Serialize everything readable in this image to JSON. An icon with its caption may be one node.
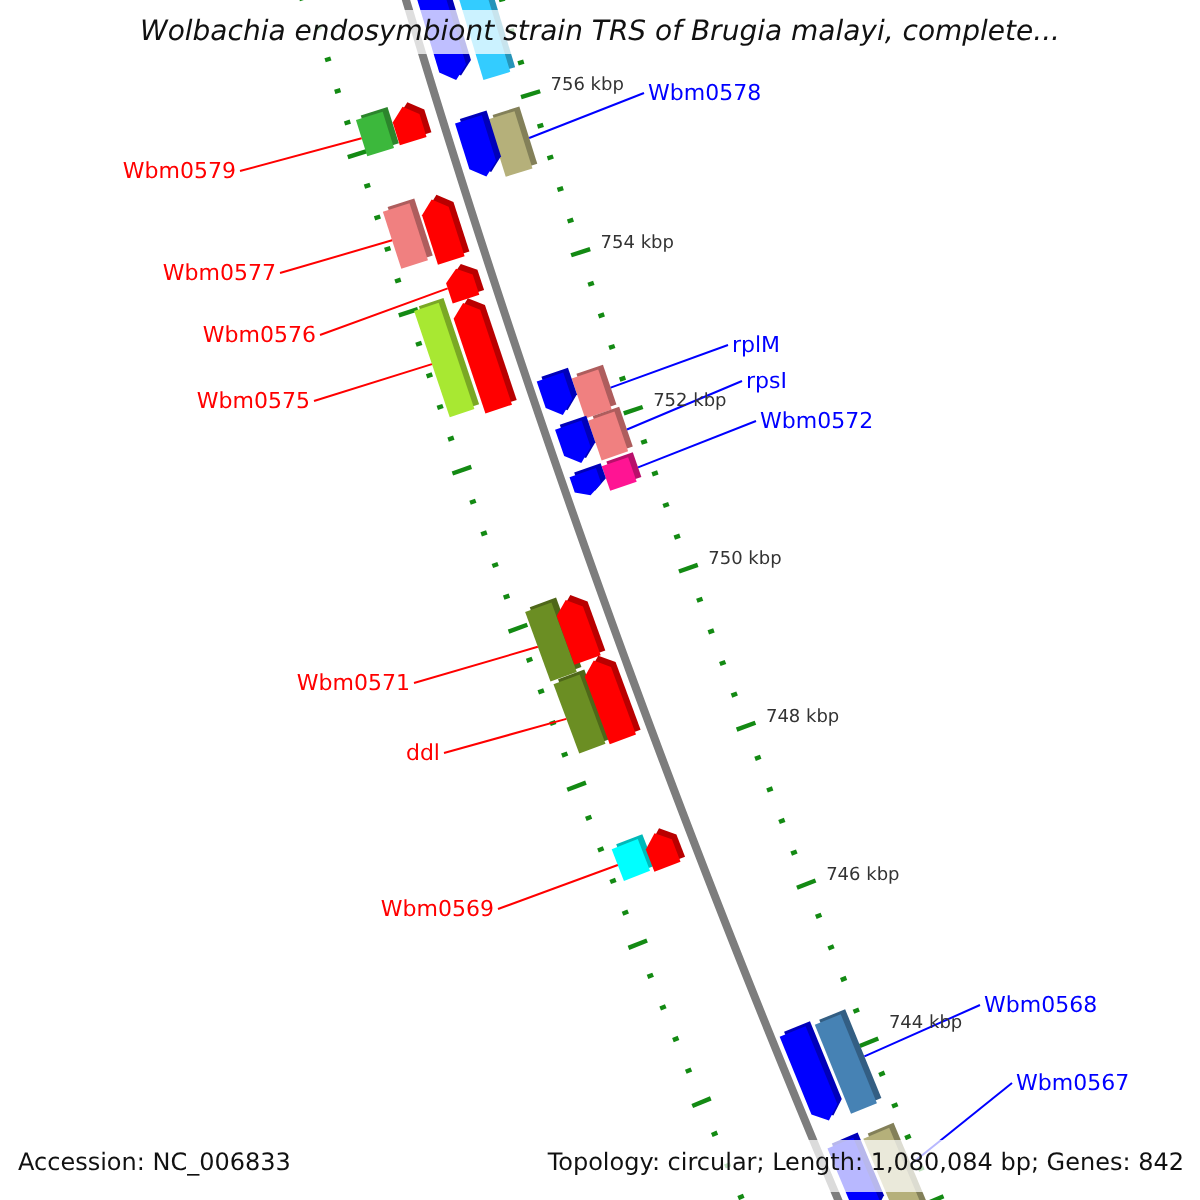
{
  "diagram": {
    "title": "Wolbachia endosymbiont strain TRS of Brugia malayi, complete...",
    "nodes": [
      {
        "text": [
          "Wbm0579"
        ]
      },
      {
        "text": [],
        "shape": "box"
      },
      {
        "text": [
          "Wbm0578"
        ]
      },
      {
        "text": [],
        "shape": "box"
      },
      {
        "text": [
          "Wbm0577"
        ]
      },
      {
        "text": [],
        "shape": "box"
      },
      {
        "text": [
          "Wbm0576"
        ]
      },
      {
        "text": [],
        "shape": "arrow"
      },
      {
        "text": [
          "Wbm0575"
        ]
      },
      {
        "text": [],
        "shape": "box"
      },
      {
        "text": [
          "rplM"
        ]
      },
      {
        "text": [],
        "shape": "box"
      },
      {
        "text": [
          "rpsI"
        ]
      },
      {
        "text": [],
        "shape": "box"
      },
      {
        "text": [
          "Wbm0572"
        ]
      },
      {
        "text": [],
        "shape": "box"
      },
      {
        "text": [
          "Wbm0571"
        ]
      },
      {
        "text": [],
        "shape": "box"
      },
      {
        "text": [
          "ddl"
        ]
      },
      {
        "text": [],
        "shape": "box"
      },
      {
        "text": [
          "Wbm0569"
        ]
      },
      {
        "text": [],
        "shape": "box"
      },
      {
        "text": [
          "Wbm0568"
        ]
      },
      {
        "text": [],
        "shape": "box"
      },
      {
        "text": [
          "Wbm0567"
        ]
      },
      {
        "text": [],
        "shape": "box"
      },
      {
        "text": [],
        "shape": "box"
      },
      {
        "text": [],
        "shape": "arrow"
      },
      {
        "text": [],
        "shape": "arrow"
      },
      {
        "text": [],
        "shape": "arrow"
      },
      {
        "text": [],
        "shape": "arrow"
      },
      {
        "text": [],
        "shape": "arrow"
      },
      {
        "text": [],
        "shape": "arrow"
      },
      {
        "text": [],
        "shape": "arrow"
      },
      {
        "text": [],
        "shape": "arrow"
      },
      {
        "text": [],
        "shape": "arrow"
      },
      {
        "text": [],
        "shape": "arrow"
      },
      {
        "text": [],
        "shape": "arrow"
      },
      {
        "text": [],
        "shape": "arrow"
      },
      {
        "text": [],
        "shape": "arrow"
      }
    ],
    "edges": [
      {
        "from": 0,
        "to": 1,
        "arrow": "none"
      },
      {
        "from": 2,
        "to": 3,
        "arrow": "none",
        "color": "#0000ff"
      },
      {
        "from": 4,
        "to": 5,
        "arrow": "none"
      },
      {
        "from": 6,
        "to": 7,
        "arrow": "none"
      },
      {
        "from": 8,
        "to": 9,
        "arrow": "none"
      },
      {
        "from": 10,
        "to": 11,
        "arrow": "none",
        "color": "#0000ff"
      },
      {
        "from": 12,
        "to": 13,
        "arrow": "none",
        "color": "#0000ff"
      },
      {
        "from": 14,
        "to": 15,
        "arrow": "none",
        "color": "#0000ff"
      },
      {
        "from": 16,
        "to": 17,
        "arrow": "none"
      },
      {
        "from": 18,
        "to": 19,
        "arrow": "none"
      },
      {
        "from": 20,
        "to": 21,
        "arrow": "none"
      },
      {
        "from": 22,
        "to": 23,
        "arrow": "none",
        "color": "#0000ff"
      },
      {
        "from": 24,
        "to": 25,
        "arrow": "none",
        "color": "#0000ff"
      }
    ],
    "labels": [
      "756 kbp",
      "754 kbp",
      "752 kbp",
      "750 kbp",
      "748 kbp",
      "746 kbp",
      "744 kbp",
      "Accession: NC_006833",
      "Topology: circular; Length: 1,080,084 bp; Genes: 842"
    ]
  }
}
